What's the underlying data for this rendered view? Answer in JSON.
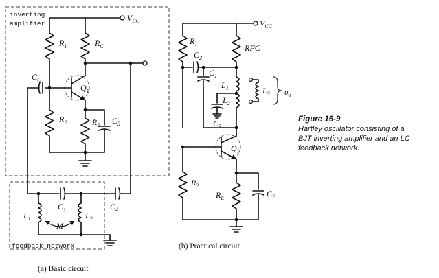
{
  "left": {
    "box_labels": {
      "inverting": "inverting",
      "amplifier": "amplifier",
      "feedback": "feedback network"
    },
    "vcc": {
      "main": "V",
      "sub": "CC"
    },
    "R1": {
      "main": "R",
      "sub": "1"
    },
    "RC": {
      "main": "R",
      "sub": "C"
    },
    "CC": {
      "main": "C",
      "sub": "C"
    },
    "Q1": {
      "main": "Q",
      "sub": "1"
    },
    "R2": {
      "main": "R",
      "sub": "2"
    },
    "RE": {
      "main": "R",
      "sub": "E"
    },
    "C3": {
      "main": "C",
      "sub": "3"
    },
    "C1": {
      "main": "C",
      "sub": "1"
    },
    "C4": {
      "main": "C",
      "sub": "4"
    },
    "L1": {
      "main": "L",
      "sub": "1"
    },
    "L2": {
      "main": "L",
      "sub": "2"
    },
    "M": "M",
    "caption": "(a)  Basic circuit"
  },
  "right": {
    "vcc": {
      "main": "V",
      "sub": "CC"
    },
    "R1": {
      "main": "R",
      "sub": "1"
    },
    "C2": {
      "main": "C",
      "sub": "2"
    },
    "RFC": "RFC",
    "C1": {
      "main": "C",
      "sub": "1"
    },
    "L1": {
      "main": "L",
      "sub": "1"
    },
    "L2": {
      "main": "L",
      "sub": "2"
    },
    "L3": {
      "main": "L",
      "sub": "3"
    },
    "C3": {
      "main": "C",
      "sub": "3"
    },
    "vo": {
      "main": "υ",
      "sub": "o"
    },
    "Q1": {
      "main": "Q",
      "sub": "1"
    },
    "R2": {
      "main": "R",
      "sub": "2"
    },
    "RE": {
      "main": "R",
      "sub": "E"
    },
    "CE": {
      "main": "C",
      "sub": "E"
    },
    "caption": "(b)  Practical circuit"
  },
  "figure": {
    "title": "Figure    16-9",
    "lines": [
      "Hartley oscillator consisting of a",
      "BJT inverting amplifier and an LC",
      "feedback network."
    ]
  }
}
